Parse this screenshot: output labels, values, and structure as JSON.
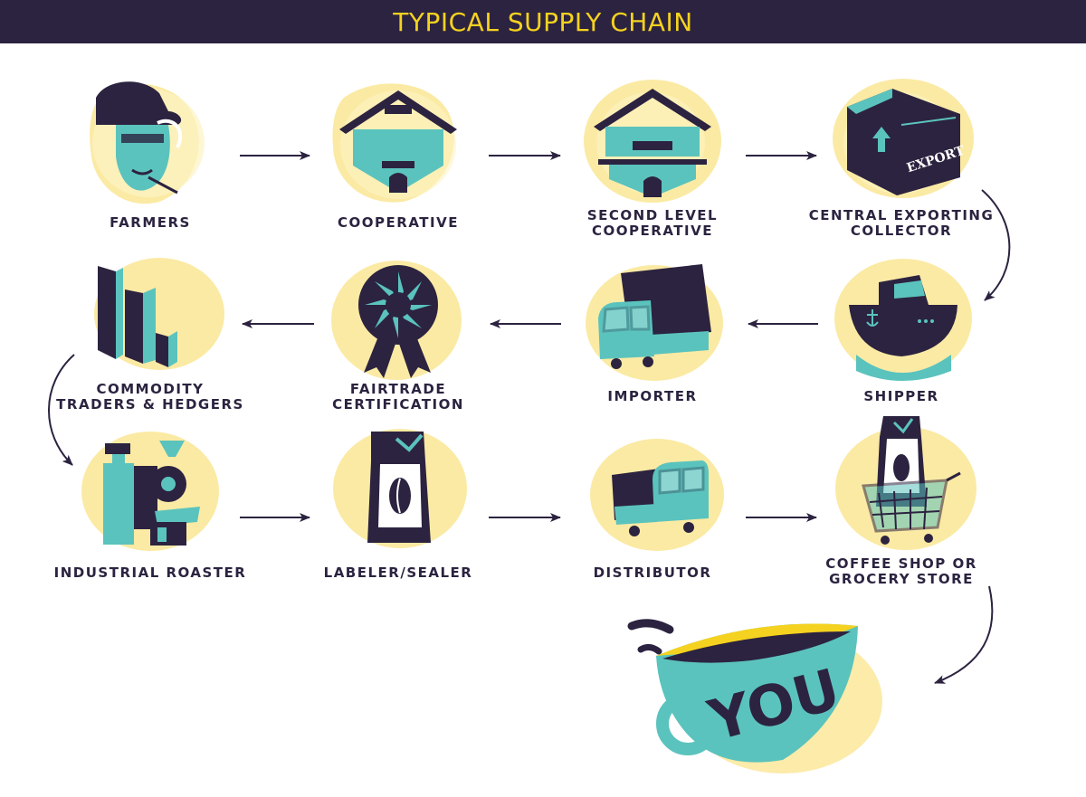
{
  "title": "TYPICAL SUPPLY CHAIN",
  "colors": {
    "navy": "#2c2340",
    "teal": "#5bc3bd",
    "yellow": "#f5d21f",
    "splash": "#fbe89a"
  },
  "steps": [
    {
      "label": "FARMERS",
      "icon": "farmer-icon"
    },
    {
      "label": "COOPERATIVE",
      "icon": "cooperative-house-icon"
    },
    {
      "label": "SECOND LEVEL\nCOOPERATIVE",
      "icon": "second-level-cooperative-icon"
    },
    {
      "label": "CENTRAL EXPORTING\nCOLLECTOR",
      "icon": "export-box-icon"
    },
    {
      "label": "SHIPPER",
      "icon": "cargo-ship-icon"
    },
    {
      "label": "IMPORTER",
      "icon": "importer-truck-icon"
    },
    {
      "label": "FAIRTRADE\nCERTIFICATION",
      "icon": "certification-rosette-icon"
    },
    {
      "label": "COMMODITY\nTRADERS & HEDGERS",
      "icon": "bar-chart-icon"
    },
    {
      "label": "INDUSTRIAL ROASTER",
      "icon": "coffee-roaster-icon"
    },
    {
      "label": "LABELER/SEALER",
      "icon": "coffee-bag-icon"
    },
    {
      "label": "DISTRIBUTOR",
      "icon": "distributor-truck-icon"
    },
    {
      "label": "COFFEE SHOP OR\nGROCERY STORE",
      "icon": "shopping-cart-icon"
    }
  ],
  "final": {
    "text": "YOU",
    "icon": "coffee-cup-icon"
  }
}
